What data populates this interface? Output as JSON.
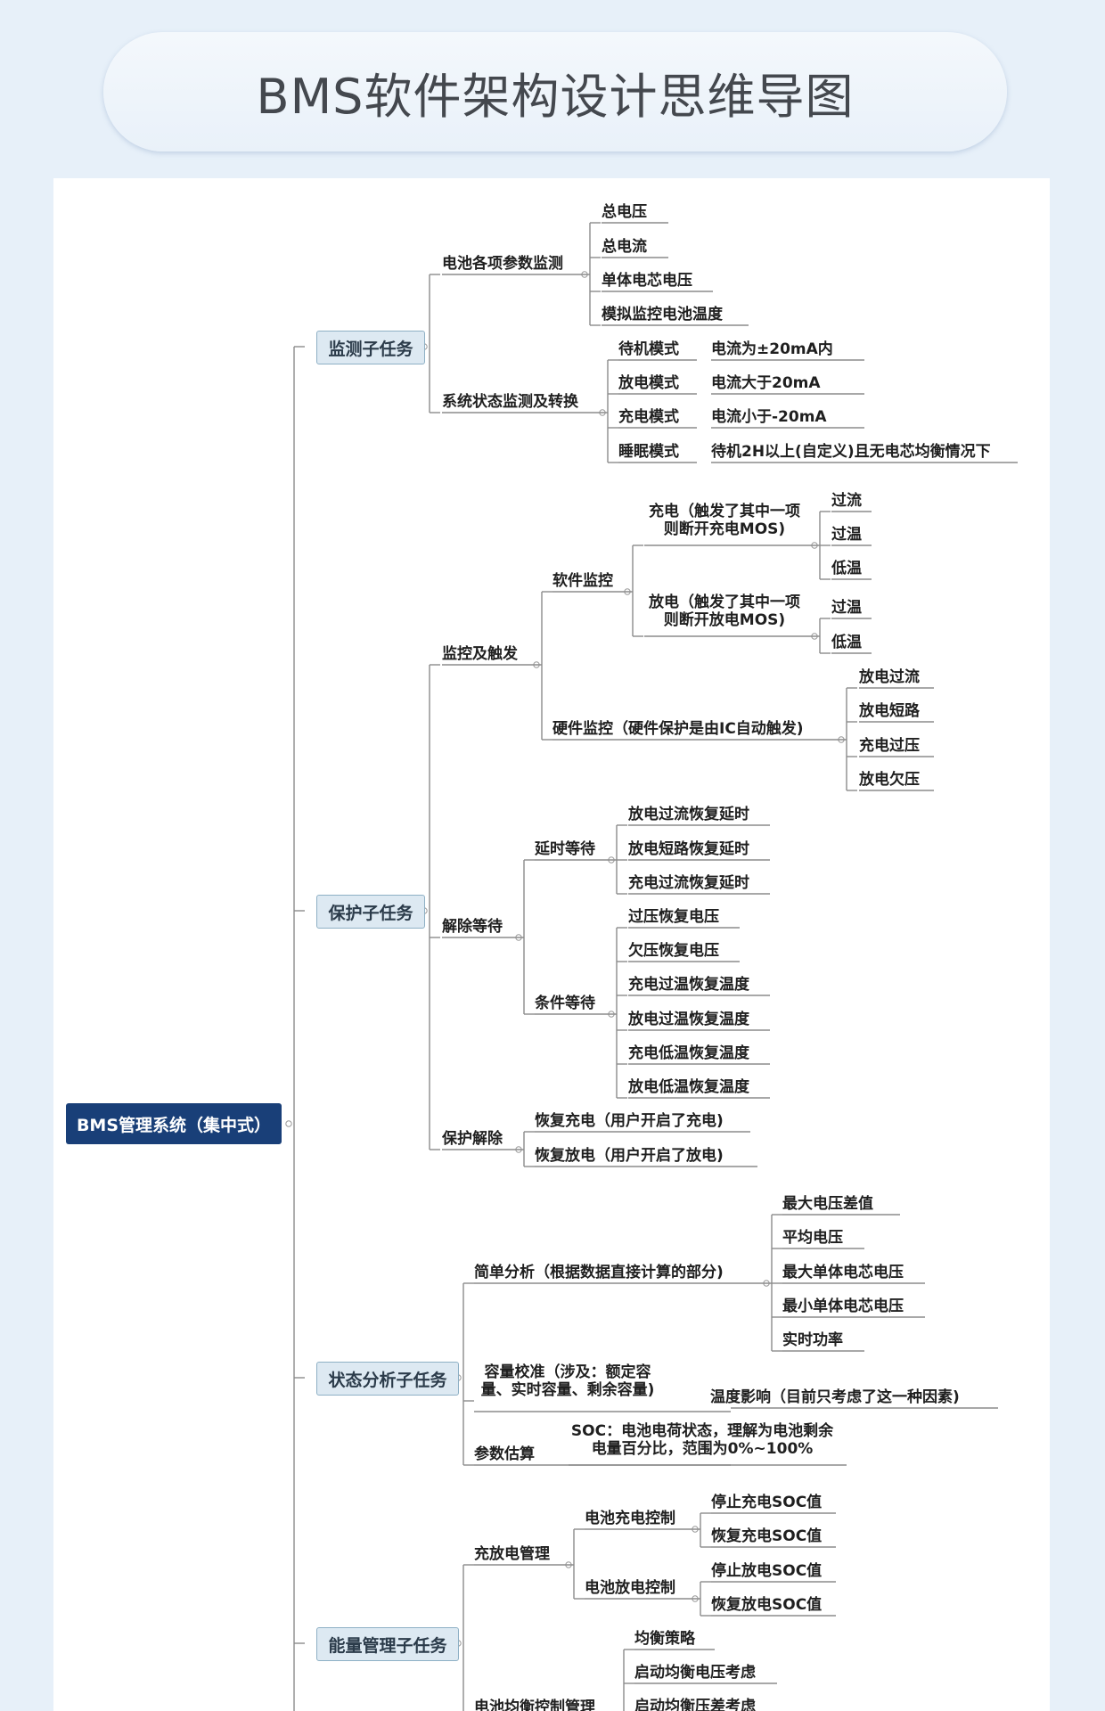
{
  "page_title": "BMS软件架构设计思维导图",
  "root": "BMS管理系统（集中式）",
  "labels": {
    "mon": "监测子任务",
    "mon_params": "电池各项参数监测",
    "mon_total_v": "总电压",
    "mon_total_i": "总电流",
    "mon_cell_v": "单体电芯电压",
    "mon_temp": "模拟监控电池温度",
    "mon_state": "系统状态监测及转换",
    "st_standby": "待机模式",
    "st_standby_d": "电流为±20mA内",
    "st_discharge": "放电模式",
    "st_discharge_d": "电流大于20mA",
    "st_charge": "充电模式",
    "st_charge_d": "电流小于-20mA",
    "st_sleep": "睡眠模式",
    "st_sleep_d": "待机2H以上(自定义)且无电芯均衡情况下",
    "prot": "保护子任务",
    "prot_trigger": "监控及触发",
    "sw_mon": "软件监控",
    "sw_charge": "充电（触发了其中一项则断开充电MOS)",
    "sw_c_oc": "过流",
    "sw_c_ot": "过温",
    "sw_c_ut": "低温",
    "sw_discharge": "放电（触发了其中一项则断开放电MOS)",
    "sw_d_ot": "过温",
    "sw_d_ut": "低温",
    "hw_mon": "硬件监控（硬件保护是由IC自动触发)",
    "hw_d_oc": "放电过流",
    "hw_d_sc": "放电短路",
    "hw_c_ov": "充电过压",
    "hw_d_uv": "放电欠压",
    "release_wait": "解除等待",
    "delay_wait": "延时等待",
    "dw_1": "放电过流恢复延时",
    "dw_2": "放电短路恢复延时",
    "dw_3": "充电过流恢复延时",
    "cond_wait": "条件等待",
    "cw_1": "过压恢复电压",
    "cw_2": "欠压恢复电压",
    "cw_3": "充电过温恢复温度",
    "cw_4": "放电过温恢复温度",
    "cw_5": "充电低温恢复温度",
    "cw_6": "放电低温恢复温度",
    "prot_release": "保护解除",
    "pr_charge": "恢复充电（用户开启了充电)",
    "pr_discharge": "恢复放电（用户开启了放电)",
    "state": "状态分析子任务",
    "simple": "简单分析（根据数据直接计算的部分)",
    "sa_1": "最大电压差值",
    "sa_2": "平均电压",
    "sa_3": "最大单体电芯电压",
    "sa_4": "最小单体电芯电压",
    "sa_5": "实时功率",
    "cap": "容量校准（涉及：额定容量、实时容量、剩余容量)",
    "cap_temp": "温度影响（目前只考虑了这一种因素)",
    "param": "参数估算",
    "soc": "SOC：电池电荷状态，理解为电池剩余电量百分比，范围为0%~100%",
    "energy": "能量管理子任务",
    "cd_mgmt": "充放电管理",
    "charge_ctrl": "电池充电控制",
    "cc_1": "停止充电SOC值",
    "cc_2": "恢复充电SOC值",
    "discharge_ctrl": "电池放电控制",
    "dc_1": "停止放电SOC值",
    "dc_2": "恢复放电SOC值",
    "balance": "电池均衡控制管理",
    "bal_1": "均衡策略",
    "bal_2": "启动均衡电压考虑",
    "bal_3": "启动均衡压差考虑"
  },
  "colors": {
    "background": "#e7f0f9",
    "root_fill": "#193f78",
    "box_fill": "#dde9f2",
    "line": "#8c8c8c"
  }
}
